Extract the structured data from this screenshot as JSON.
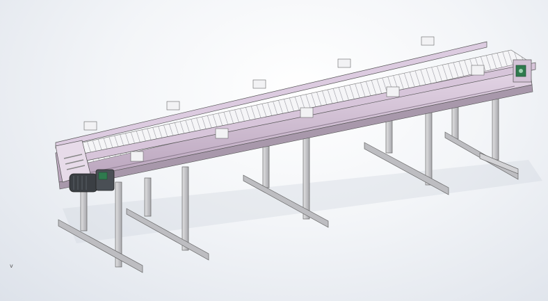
{
  "viewport": {
    "axis_marker": "v"
  },
  "model": {
    "parts": [
      "conveyor-frame",
      "slat-belt",
      "side-guide-rails",
      "guide-brackets",
      "support-legs",
      "drive-motor",
      "gearbox",
      "tail-bearing"
    ]
  },
  "colors": {
    "background": "#eef1f5",
    "frame": "#d9c8dc",
    "frame_shadow": "#b8a3bb",
    "legs": "#c8c8ca",
    "belt": "#f4f4f6",
    "motor": "#3b3f44",
    "accent_green": "#2f7a4e"
  }
}
